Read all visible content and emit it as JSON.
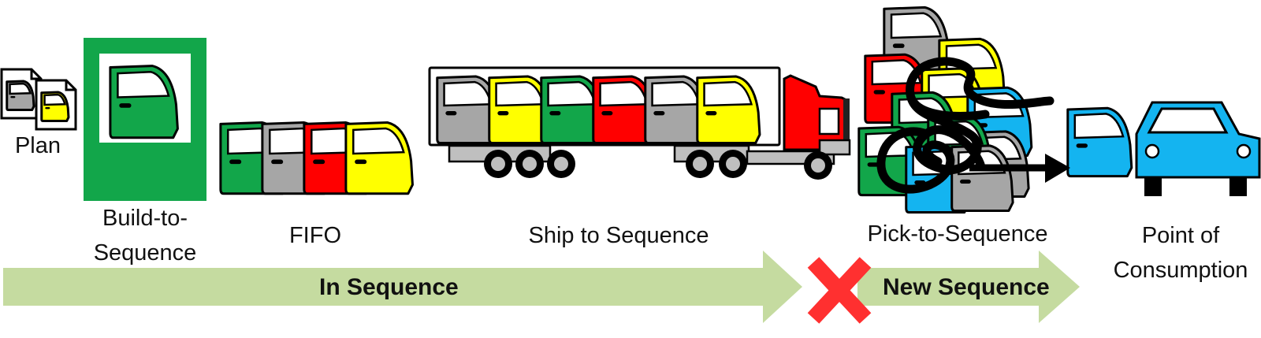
{
  "colors": {
    "green": "#12a64a",
    "gray": "#a6a6a6",
    "red": "#ff0000",
    "yellow": "#ffff00",
    "blue": "#14b4f0",
    "arrow_fill": "#c5dba0",
    "box_green": "#12a64a",
    "cross_red": "#ff3030"
  },
  "stages": {
    "plan": "Plan",
    "build_line1": "Build-to-",
    "build_line2": "Sequence",
    "fifo": "FIFO",
    "ship": "Ship to Sequence",
    "pick": "Pick-to-Sequence",
    "poc_line1": "Point of",
    "poc_line2": "Consumption"
  },
  "arrows": {
    "in_sequence": "In Sequence",
    "new_sequence": "New Sequence"
  },
  "icons": {
    "door": "car-door-icon",
    "truck": "truck-icon",
    "car": "car-icon",
    "cross": "x-mark-icon",
    "document": "document-icon",
    "scribble": "tangled-path-icon"
  },
  "sequences": {
    "plan_doors": [
      "gray",
      "yellow"
    ],
    "fifo_doors": [
      "green",
      "gray",
      "red",
      "yellow"
    ],
    "truck_doors": [
      "gray",
      "yellow",
      "green",
      "red",
      "gray",
      "yellow"
    ],
    "pick_doors": [
      "gray",
      "yellow",
      "red",
      "yellow",
      "green",
      "blue",
      "green",
      "gray",
      "green",
      "blue",
      "gray"
    ],
    "poc_door": "blue",
    "car": "blue"
  }
}
